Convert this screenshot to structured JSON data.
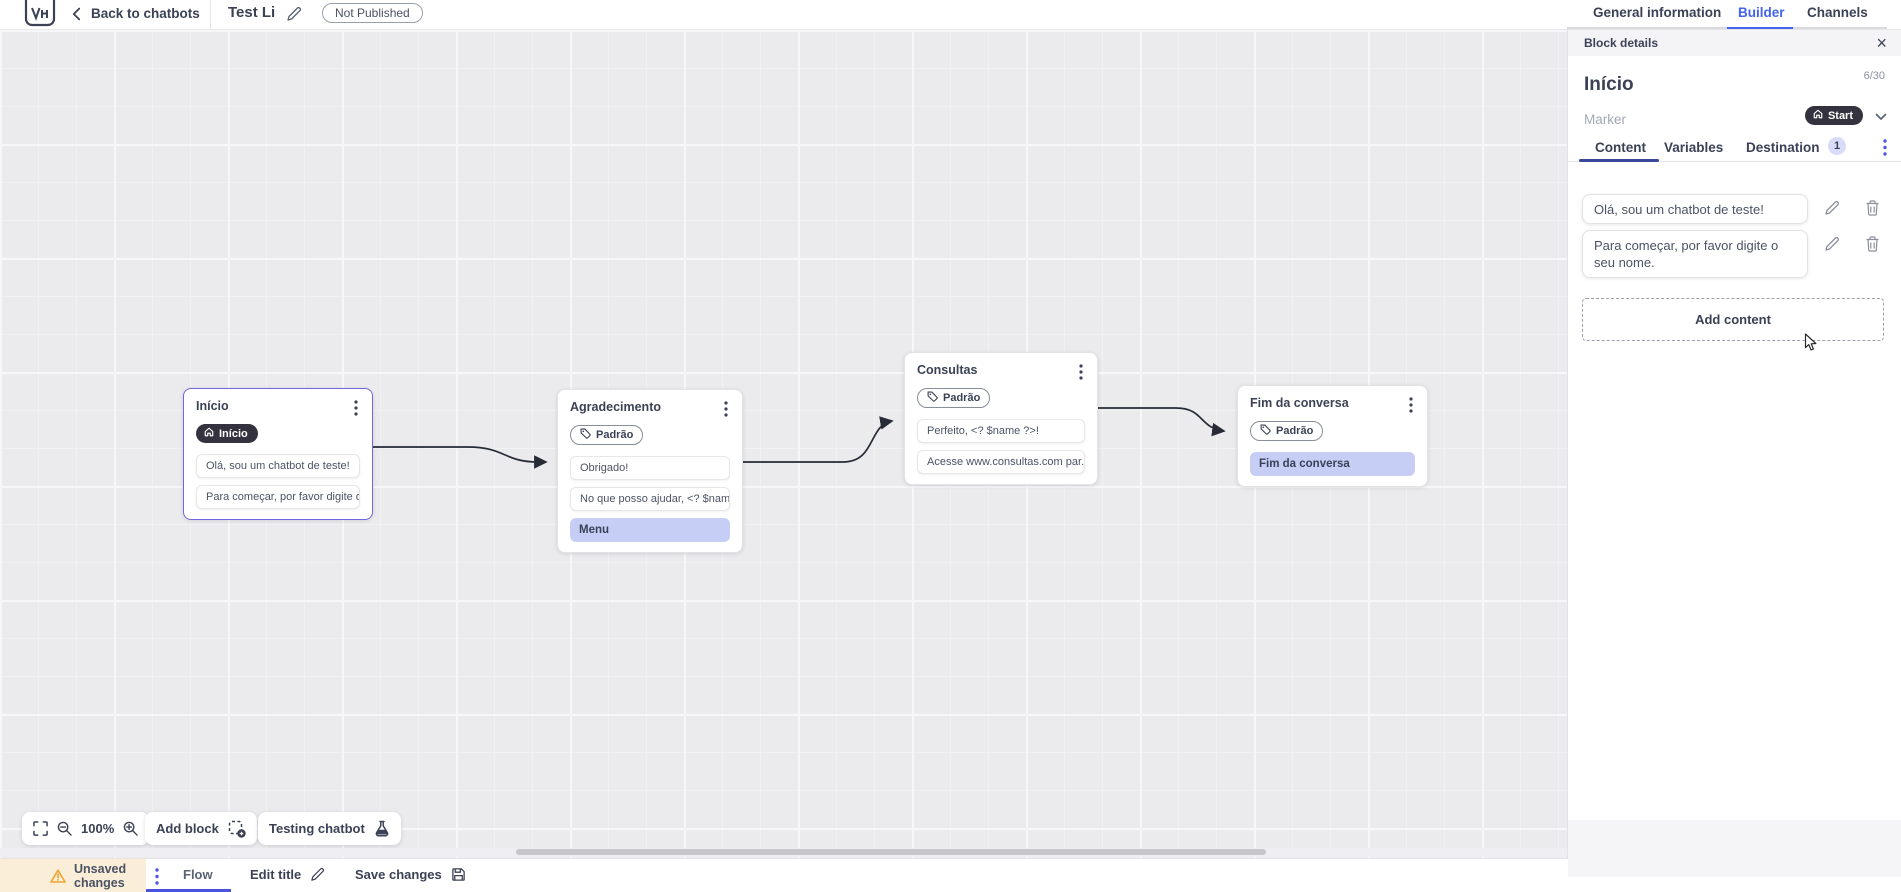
{
  "topbar": {
    "back_label": "Back to chatbots",
    "bot_title": "Test Li",
    "status_badge": "Not Published",
    "tabs": [
      {
        "label": "General information",
        "active": false
      },
      {
        "label": "Builder",
        "active": true
      },
      {
        "label": "Channels",
        "active": false
      }
    ]
  },
  "panel": {
    "header": "Block details",
    "block_name": "Início",
    "char_counter": "6/30",
    "marker_label": "Marker",
    "marker_value": "Start",
    "tabs": [
      {
        "label": "Content",
        "active": true
      },
      {
        "label": "Variables",
        "active": false
      },
      {
        "label": "Destination",
        "active": false,
        "badge": "1"
      }
    ],
    "contents": [
      "Olá, sou um chatbot de teste!",
      "Para começar, por favor digite o seu nome."
    ],
    "add_content_label": "Add content"
  },
  "canvas": {
    "blocks": [
      {
        "title": "Início",
        "marker": "Início",
        "selected": true,
        "items": [
          "Olá, sou um chatbot de teste!",
          "Para começar, por favor digite o ..."
        ]
      },
      {
        "title": "Agradecimento",
        "tag": "Padrão",
        "items": [
          "Obrigado!",
          "No que posso ajudar, <? $name ...",
          "Menu"
        ]
      },
      {
        "title": "Consultas",
        "tag": "Padrão",
        "items": [
          "Perfeito, <? $name ?>!",
          "Acesse www.consultas.com par..."
        ]
      },
      {
        "title": "Fim da conversa",
        "tag": "Padrão",
        "items": [
          "Fim da conversa"
        ]
      }
    ],
    "controls": {
      "zoom_level": "100%",
      "add_block_label": "Add block",
      "testing_label": "Testing chatbot"
    }
  },
  "bottombar": {
    "unsaved_label": "Unsaved changes",
    "flow_tab": "Flow",
    "edit_title_label": "Edit title",
    "save_label": "Save changes"
  },
  "colors": {
    "accent_blue": "#4263eb",
    "tab_underline_dark": "#3a4899",
    "flow_underline": "#4c52e0",
    "selected_block_border": "#7166dd",
    "highlight_item_bg": "#c7cef6",
    "dark_badge_bg": "#33323e",
    "unsaved_bg": "#fbeed9",
    "warning_icon": "#eda432",
    "canvas_bg": "#ebebed"
  }
}
